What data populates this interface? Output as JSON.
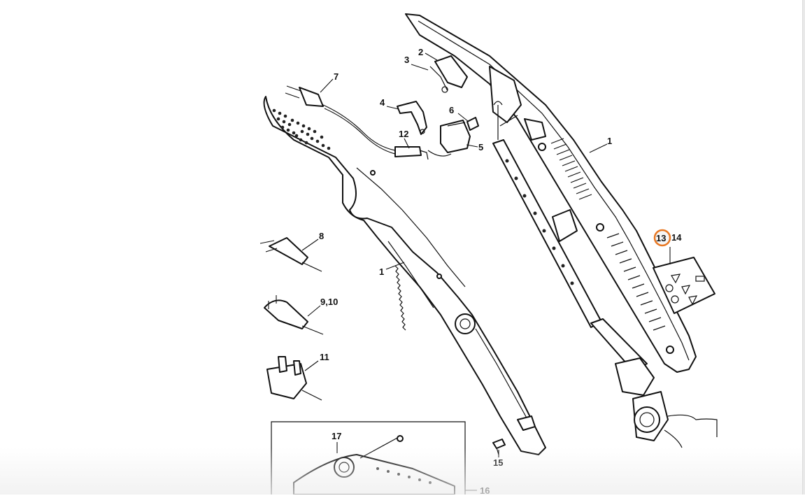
{
  "diagram": {
    "callouts": [
      {
        "id": "1a",
        "label": "1"
      },
      {
        "id": "1b",
        "label": "1"
      },
      {
        "id": "2",
        "label": "2"
      },
      {
        "id": "3",
        "label": "3"
      },
      {
        "id": "4",
        "label": "4"
      },
      {
        "id": "5",
        "label": "5"
      },
      {
        "id": "6",
        "label": "6"
      },
      {
        "id": "7",
        "label": "7"
      },
      {
        "id": "8",
        "label": "8"
      },
      {
        "id": "9",
        "label": "9,10"
      },
      {
        "id": "11",
        "label": "11"
      },
      {
        "id": "12",
        "label": "12"
      },
      {
        "id": "13",
        "label": "13",
        "highlighted": true
      },
      {
        "id": "14",
        "label": "14"
      },
      {
        "id": "15",
        "label": "15"
      },
      {
        "id": "16",
        "label": "16"
      },
      {
        "id": "17",
        "label": "17"
      }
    ],
    "colors": {
      "highlight_ring": "#e87722",
      "line": "#111111",
      "background": "#ffffff"
    }
  }
}
